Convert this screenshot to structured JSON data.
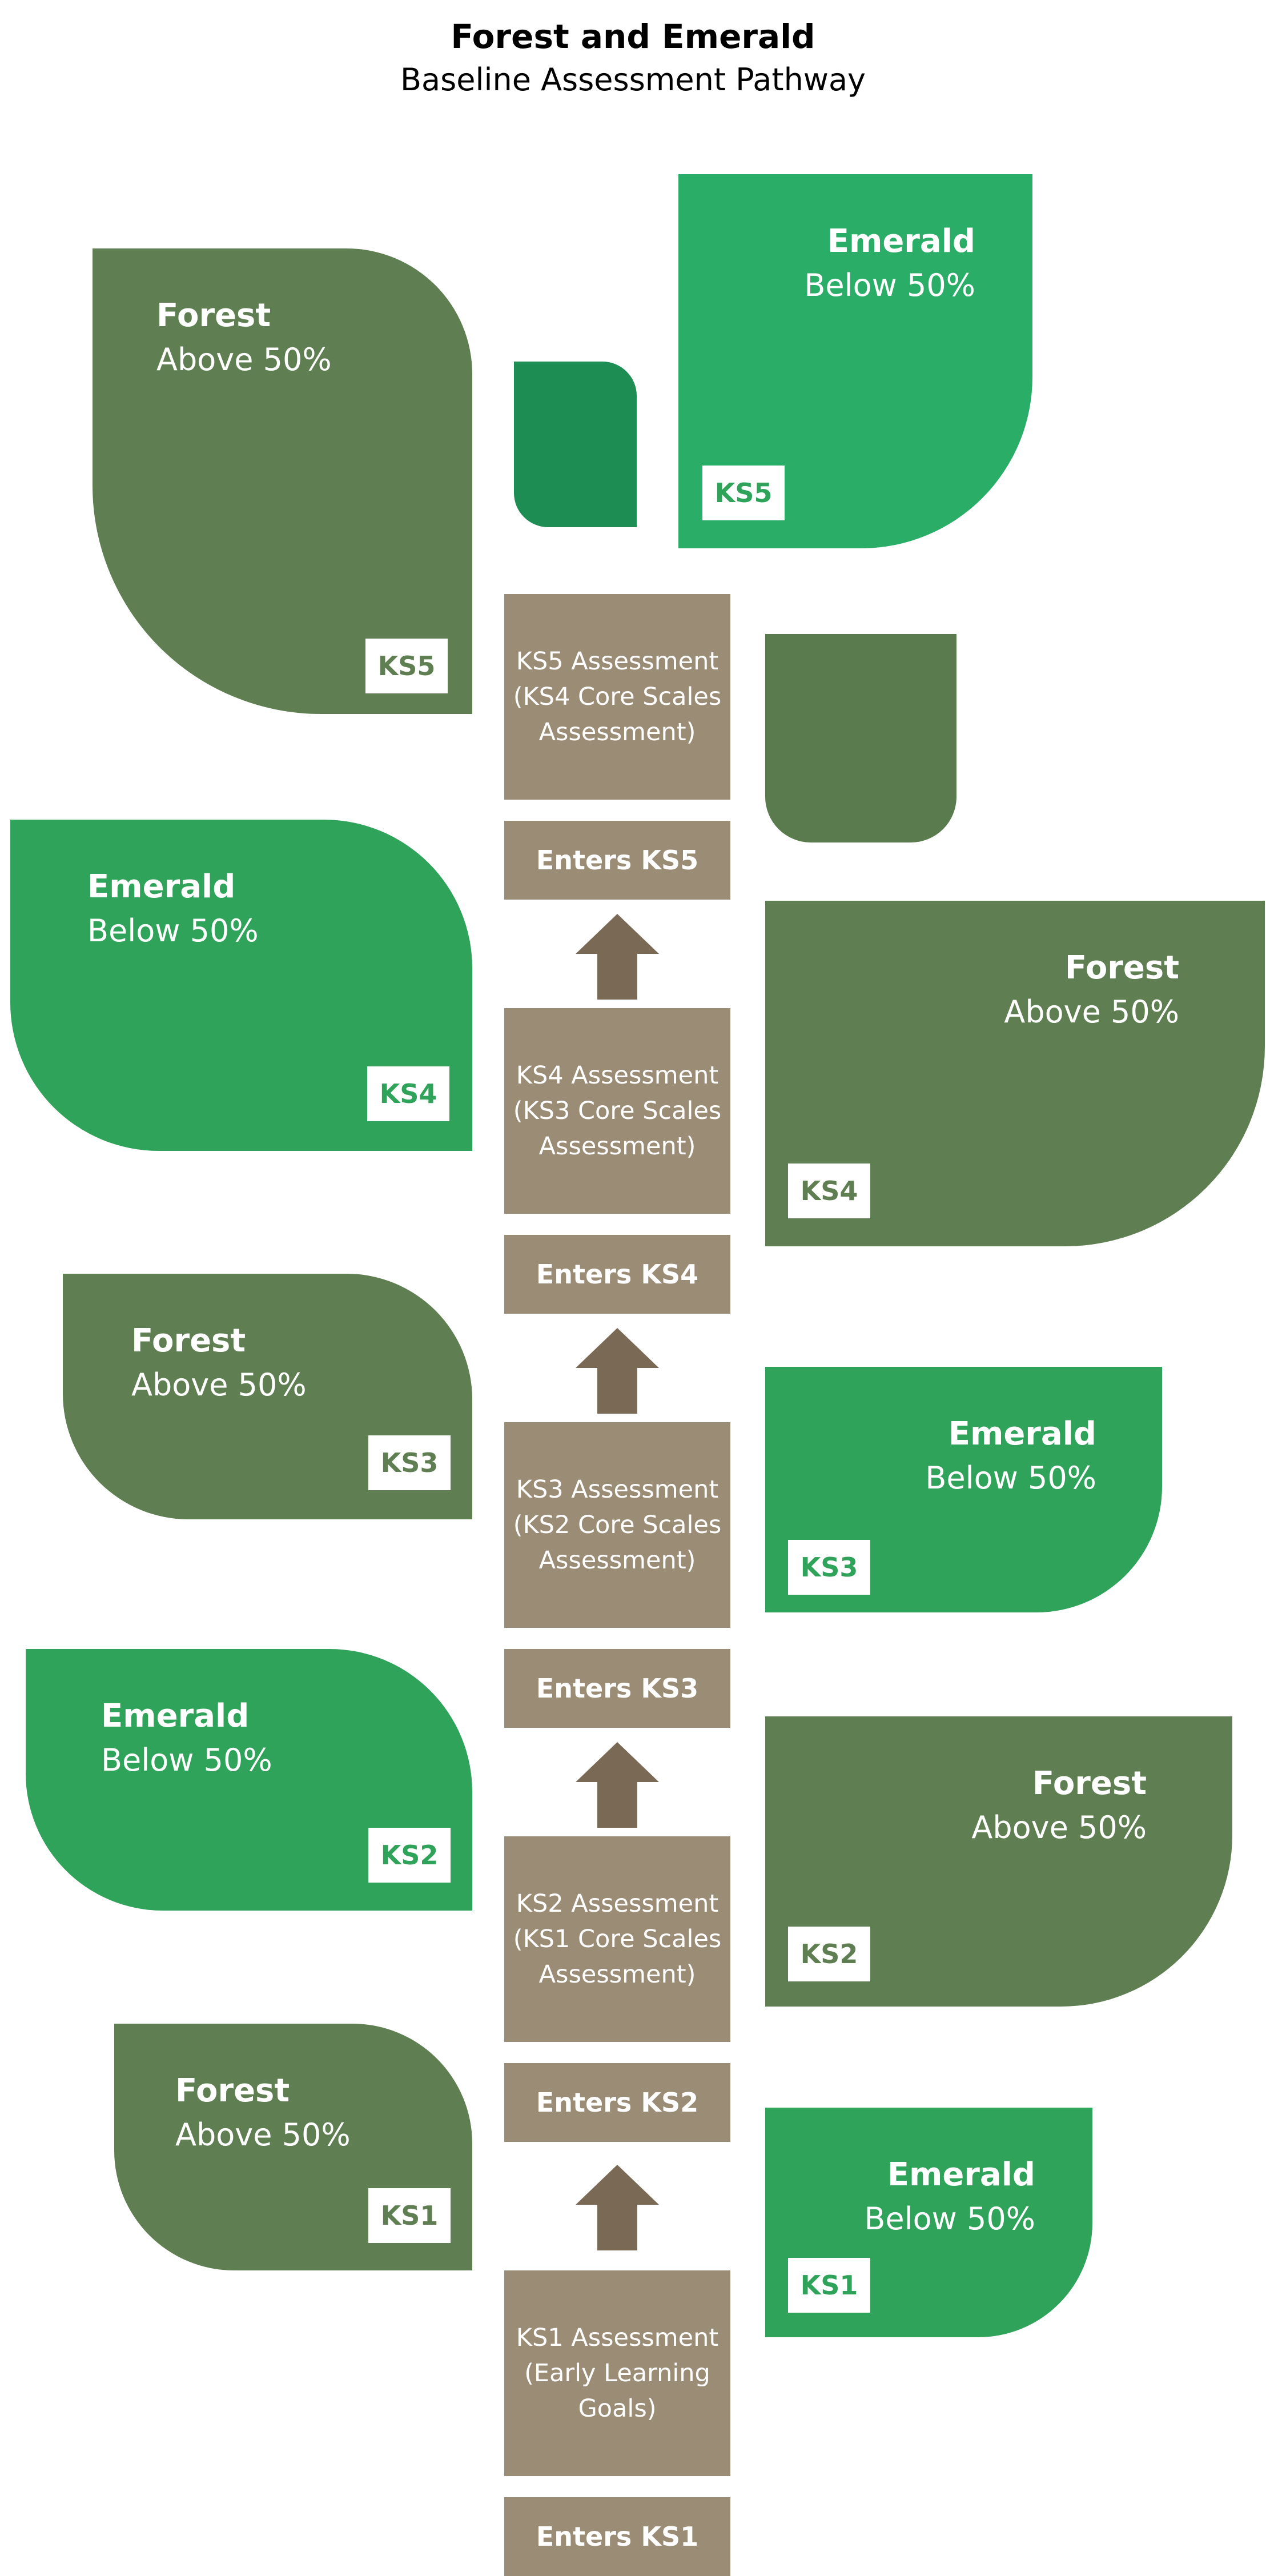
{
  "title": "Forest and Emerald",
  "subtitle": "Baseline Assessment Pathway",
  "labels": {
    "forest": "Forest",
    "emerald": "Emerald",
    "above": "Above 50%",
    "below": "Below 50%"
  },
  "stem": {
    "enters_ks1": "Enters KS1",
    "ks1_assessment": "KS1 Assessment (Early Learning Goals)",
    "enters_ks2": "Enters KS2",
    "ks2_assessment": "KS2 Assessment (KS1 Core Scales Assessment)",
    "enters_ks3": "Enters KS3",
    "ks3_assessment": "KS3 Assessment (KS2 Core Scales Assessment)",
    "enters_ks4": "Enters KS4",
    "ks4_assessment": "KS4 Assessment (KS3 Core Scales Assessment)",
    "enters_ks5": "Enters KS5",
    "ks5_assessment": "KS5 Assessment (KS4 Core Scales Assessment)"
  },
  "badges": {
    "ks1": "KS1",
    "ks2": "KS2",
    "ks3": "KS3",
    "ks4": "KS4",
    "ks5": "KS5"
  },
  "colors": {
    "forest": "#5f7f52",
    "emerald": "#2fa35a",
    "stem": "#9b8c75",
    "arrow": "#7a6a55"
  }
}
